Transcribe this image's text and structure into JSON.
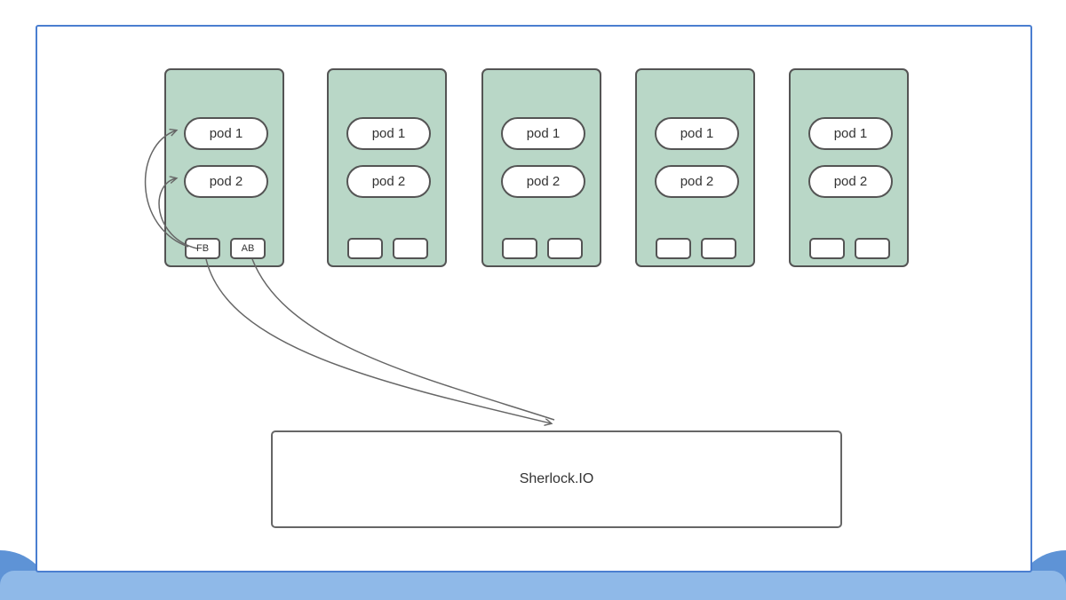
{
  "diagram": {
    "nodes": [
      {
        "pod1": "pod 1",
        "pod2": "pod 2",
        "slot1": "FB",
        "slot2": "AB"
      },
      {
        "pod1": "pod 1",
        "pod2": "pod 2",
        "slot1": "",
        "slot2": ""
      },
      {
        "pod1": "pod 1",
        "pod2": "pod 2",
        "slot1": "",
        "slot2": ""
      },
      {
        "pod1": "pod 1",
        "pod2": "pod 2",
        "slot1": "",
        "slot2": ""
      },
      {
        "pod1": "pod 1",
        "pod2": "pod 2",
        "slot1": "",
        "slot2": ""
      }
    ],
    "sherlock_label": "Sherlock.IO"
  },
  "colors": {
    "node_fill": "#b9d7c7",
    "node_border": "#545454",
    "card_border": "#4a7ed0",
    "ribbon_light": "#8fb9e8",
    "ribbon_dark": "#5e93d6",
    "arrow": "#666666"
  }
}
